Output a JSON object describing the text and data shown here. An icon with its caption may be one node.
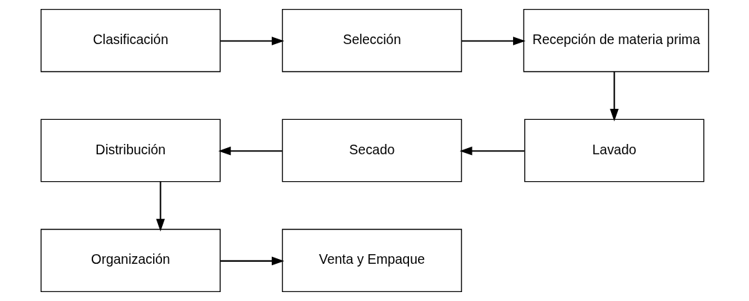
{
  "diagram": {
    "nodes": [
      {
        "text": [
          "Clasificación"
        ]
      },
      {
        "text": [
          "Selección"
        ]
      },
      {
        "text": [
          "Recepción de materia prima"
        ]
      },
      {
        "text": [
          "Distribución"
        ]
      },
      {
        "text": [
          "Secado"
        ]
      },
      {
        "text": [
          "Lavado"
        ]
      },
      {
        "text": [
          "Organización"
        ]
      },
      {
        "text": [
          "Venta y Empaque"
        ]
      }
    ],
    "edges": [
      {
        "from": 0,
        "to": 1,
        "arrow": "to"
      },
      {
        "from": 1,
        "to": 2,
        "arrow": "to"
      },
      {
        "from": 2,
        "to": 5,
        "arrow": "to"
      },
      {
        "from": 5,
        "to": 4,
        "arrow": "to"
      },
      {
        "from": 4,
        "to": 3,
        "arrow": "to"
      },
      {
        "from": 3,
        "to": 6,
        "arrow": "to"
      },
      {
        "from": 6,
        "to": 7,
        "arrow": "to"
      }
    ]
  }
}
